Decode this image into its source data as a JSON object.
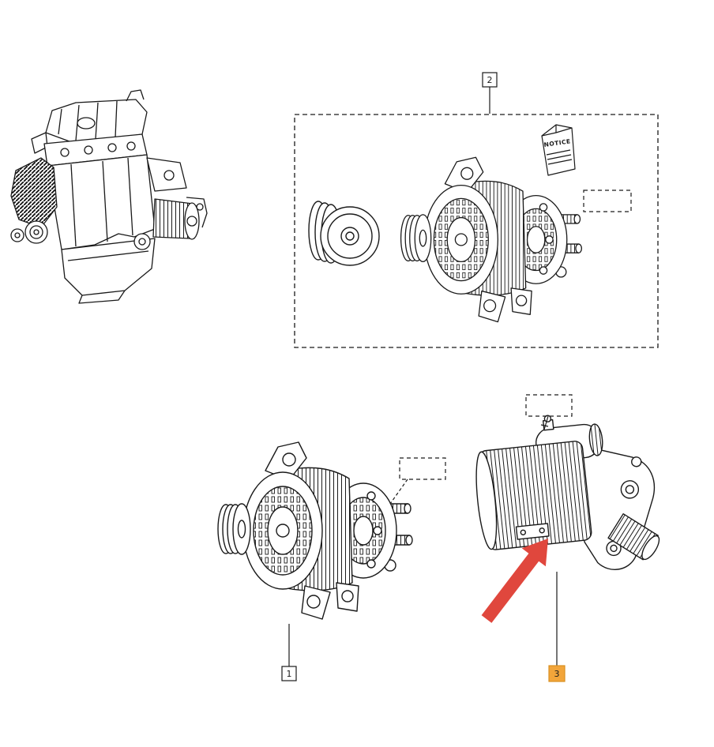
{
  "diagram": {
    "background": "#ffffff",
    "line_color": "#1a1a1a"
  },
  "callouts": {
    "item1": {
      "label": "1"
    },
    "item2": {
      "label": "2"
    },
    "item3": {
      "label": "3"
    }
  },
  "notice_booklet": {
    "label": "NOTICE"
  },
  "colors": {
    "arrow": "#e0473d",
    "highlight_bg": "#f2a53a",
    "highlight_border": "#d98f1f",
    "highlight_text": "#a36d00"
  }
}
